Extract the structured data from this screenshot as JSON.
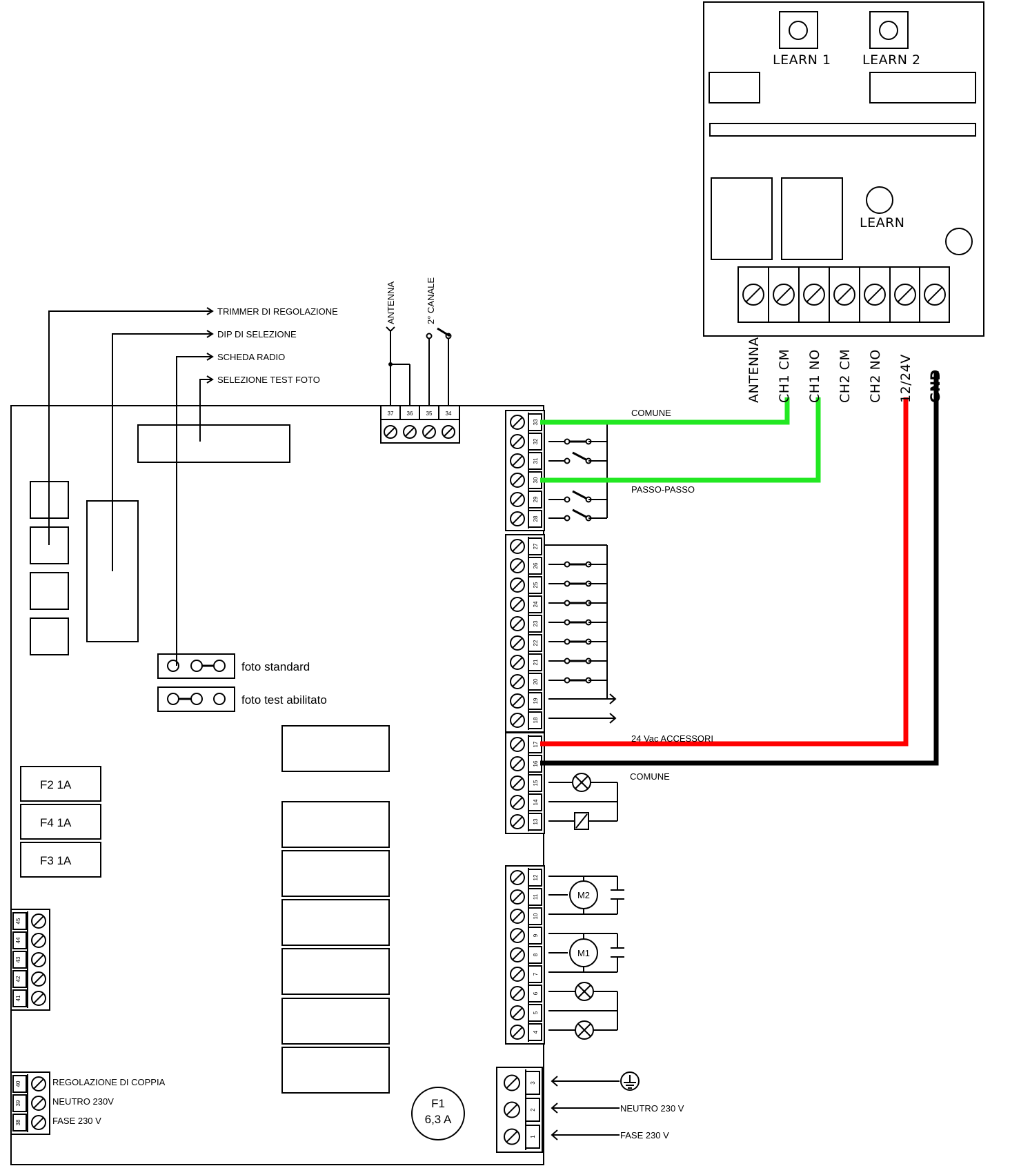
{
  "pointers": {
    "trimmer": "TRIMMER DI REGOLAZIONE",
    "dip": "DIP DI SELEZIONE",
    "radio": "SCHEDA RADIO",
    "test_foto": "SELEZIONE TEST FOTO"
  },
  "top_terminal": {
    "antenna": "ANTENNA",
    "canale2": "2° CANALE",
    "numbers": [
      "37",
      "36",
      "35",
      "34"
    ]
  },
  "jumpers": {
    "standard": "foto standard",
    "test": "foto test abilitato"
  },
  "fuses": [
    "F2 1A",
    "F4 1A",
    "F3 1A"
  ],
  "main_fuse": {
    "line1": "F1",
    "line2": "6,3 A"
  },
  "terminals": {
    "block_a": [
      "33",
      "32",
      "31",
      "30",
      "29",
      "28"
    ],
    "block_b": [
      "27",
      "26",
      "25",
      "24",
      "23",
      "22",
      "21",
      "20",
      "19",
      "18"
    ],
    "block_c": [
      "17",
      "16",
      "15",
      "14",
      "13"
    ],
    "block_d": [
      "12",
      "11",
      "10",
      "9",
      "8",
      "7",
      "6",
      "5",
      "4"
    ],
    "block_e": [
      "3",
      "2",
      "1"
    ],
    "left_upper": [
      "45",
      "44",
      "43",
      "42",
      "41"
    ],
    "left_lower": [
      "40",
      "39",
      "38"
    ]
  },
  "motors": {
    "m2": "M2",
    "m1": "M1"
  },
  "left_lower_labels": [
    "REGOLAZIONE DI COPPIA",
    "NEUTRO 230V",
    "FASE 230 V"
  ],
  "power_labels": {
    "neutro": "NEUTRO 230 V",
    "fase": "FASE 230 V"
  },
  "wire_labels": {
    "comune_top": "COMUNE",
    "passo": "PASSO-PASSO",
    "accessori": "24 Vac ACCESSORI",
    "comune_bottom": "COMUNE"
  },
  "receiver": {
    "learn1": "LEARN 1",
    "learn2": "LEARN 2",
    "learn": "LEARN",
    "terminals": [
      "ANTENNA",
      "CH1 CM",
      "CH1 NO",
      "CH2 CM",
      "CH2 NO",
      "12/24V",
      "GND"
    ]
  },
  "colors": {
    "green_wire": "#22e822",
    "red_wire": "#ff0000",
    "black_wire": "#000000"
  }
}
